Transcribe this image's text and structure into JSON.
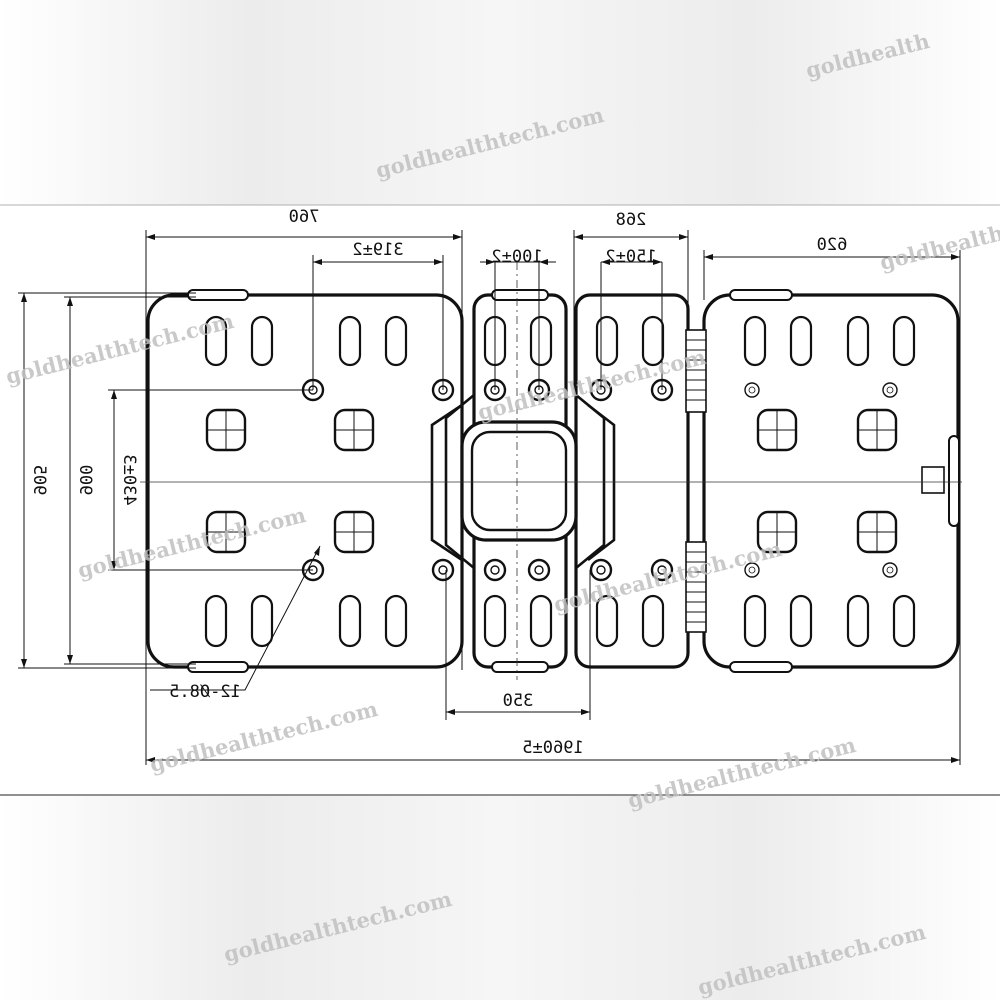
{
  "watermark": "goldhealthtech.com",
  "watermark_partial": "goldhealth",
  "dimensions": {
    "overall_length": "1960±5",
    "section_left_length": "760",
    "hole_spacing_left": "319±2",
    "middle_hole_spacing": "100±2",
    "section_b_width": "268",
    "hole_spacing_b": "150±2",
    "section_right_length": "620",
    "overall_width": "905",
    "inner_width": "900",
    "hole_spacing_vertical": "430±3",
    "center_pad": "350",
    "hole_callout": "12-Ø8.5"
  },
  "colors": {
    "line": "#111111",
    "watermark": "#bfbfbf"
  }
}
